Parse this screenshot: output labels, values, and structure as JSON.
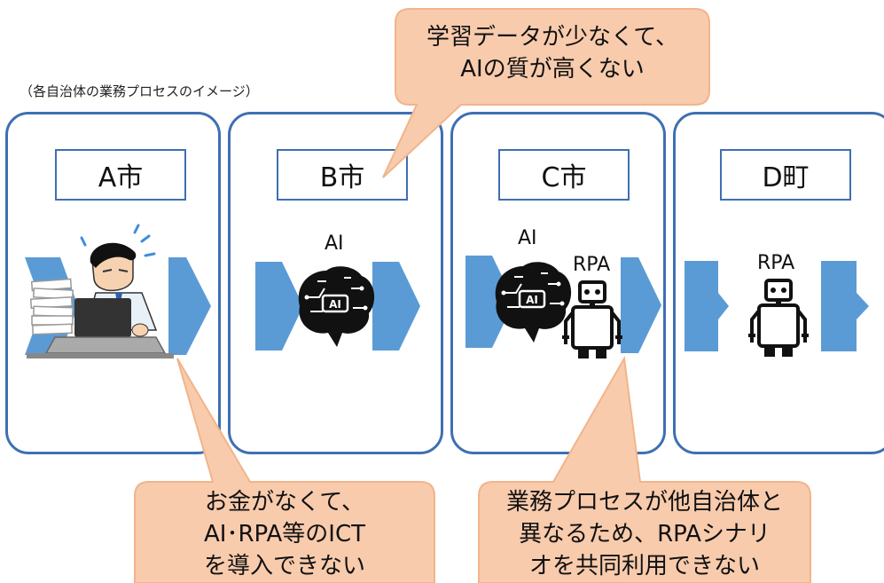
{
  "caption": "（各自治体の業務プロセスのイメージ）",
  "cities": [
    {
      "name": "A市"
    },
    {
      "name": "B市"
    },
    {
      "name": "C市"
    },
    {
      "name": "D町"
    }
  ],
  "tech_labels": {
    "ai_b": "AI",
    "ai_c": "AI",
    "rpa_c": "RPA",
    "rpa_d": "RPA"
  },
  "robot_face": "AI",
  "callouts": {
    "top": [
      "学習データが少なくて、",
      "AIの質が高くない"
    ],
    "bottom_left": [
      "お金がなくて、",
      "AI･RPA等のICT",
      "を導入できない"
    ],
    "bottom_right": [
      "業務プロセスが他自治体と",
      "異なるため、RPAシナリ",
      "オを共同利用できない"
    ]
  },
  "colors": {
    "panel_border": "#3e6fb3",
    "arrow": "#5b9bd5",
    "callout_fill": "#f8cbad",
    "callout_border": "#f2b48a"
  }
}
